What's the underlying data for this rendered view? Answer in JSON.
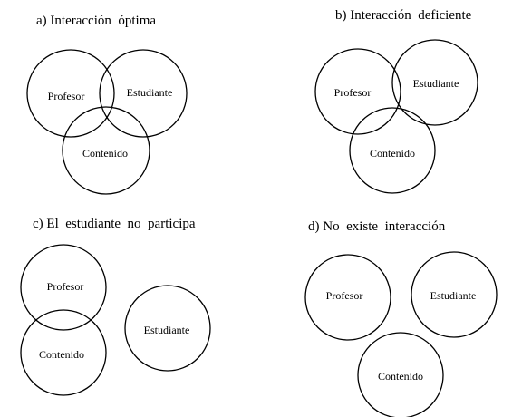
{
  "diagram": {
    "panels": [
      {
        "id": "a",
        "title": "a) Interacción  óptima",
        "circles": [
          {
            "key": "profesor",
            "label": "Profesor"
          },
          {
            "key": "estudiante",
            "label": "Estudiante"
          },
          {
            "key": "contenido",
            "label": "Contenido"
          }
        ]
      },
      {
        "id": "b",
        "title": "b) Interacción  deficiente",
        "circles": [
          {
            "key": "profesor",
            "label": "Profesor"
          },
          {
            "key": "estudiante",
            "label": "Estudiante"
          },
          {
            "key": "contenido",
            "label": "Contenido"
          }
        ]
      },
      {
        "id": "c",
        "title": "c) El  estudiante  no  participa",
        "circles": [
          {
            "key": "profesor",
            "label": "Profesor"
          },
          {
            "key": "estudiante",
            "label": "Estudiante"
          },
          {
            "key": "contenido",
            "label": "Contenido"
          }
        ]
      },
      {
        "id": "d",
        "title": "d) No  existe  interacción",
        "circles": [
          {
            "key": "profesor",
            "label": "Profesor"
          },
          {
            "key": "estudiante",
            "label": "Estudiante"
          },
          {
            "key": "contenido",
            "label": "Contenido"
          }
        ]
      }
    ]
  }
}
